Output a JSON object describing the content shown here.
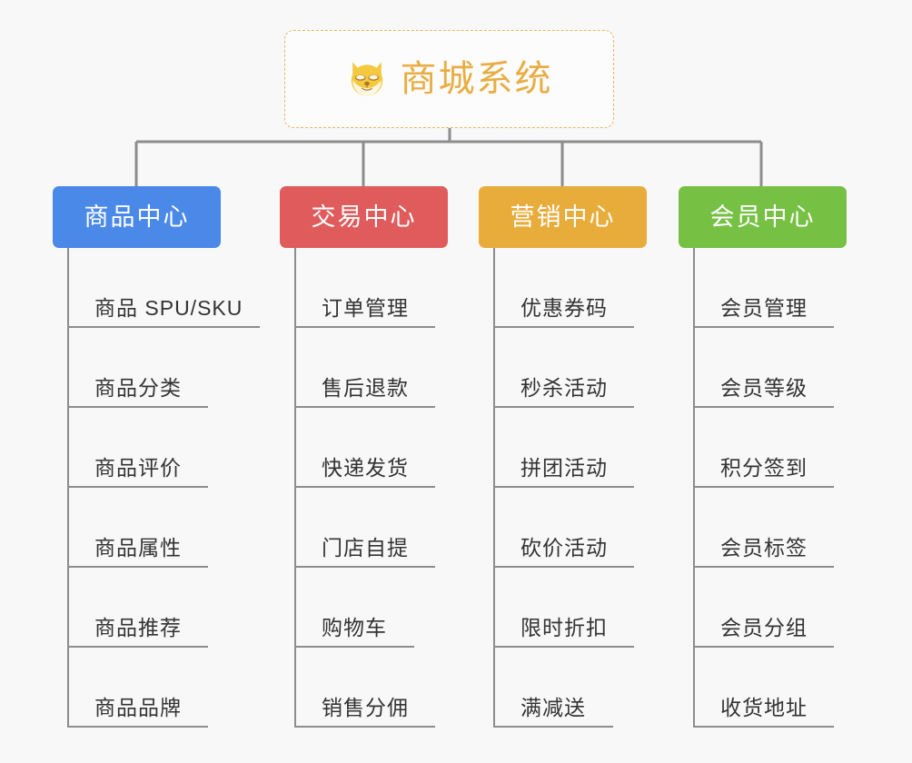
{
  "background_color": "#f8f8f8",
  "root": {
    "icon": "shiba-dog-face-icon",
    "title": "商城系统",
    "text_color": "#e8ad43",
    "border_color": "#e8b765"
  },
  "connector_color": "#8d8d8d",
  "branches": [
    {
      "title": "商品中心",
      "color": "#4a89e8",
      "leaves": [
        {
          "label": "商品 SPU/SKU",
          "underline_width": 212
        },
        {
          "label": "商品分类",
          "underline_width": 155
        },
        {
          "label": "商品评价",
          "underline_width": 155
        },
        {
          "label": "商品属性",
          "underline_width": 155
        },
        {
          "label": "商品推荐",
          "underline_width": 155
        },
        {
          "label": "商品品牌",
          "underline_width": 155
        }
      ]
    },
    {
      "title": "交易中心",
      "color": "#e05c5c",
      "leaves": [
        {
          "label": "订单管理",
          "underline_width": 155
        },
        {
          "label": "售后退款",
          "underline_width": 155
        },
        {
          "label": "快递发货",
          "underline_width": 155
        },
        {
          "label": "门店自提",
          "underline_width": 155
        },
        {
          "label": "购物车",
          "underline_width": 132
        },
        {
          "label": "销售分佣",
          "underline_width": 155
        }
      ]
    },
    {
      "title": "营销中心",
      "color": "#e8ac3b",
      "leaves": [
        {
          "label": "优惠券码",
          "underline_width": 155
        },
        {
          "label": "秒杀活动",
          "underline_width": 155
        },
        {
          "label": "拼团活动",
          "underline_width": 155
        },
        {
          "label": "砍价活动",
          "underline_width": 155
        },
        {
          "label": "限时折扣",
          "underline_width": 155
        },
        {
          "label": "满减送",
          "underline_width": 132
        }
      ]
    },
    {
      "title": "会员中心",
      "color": "#76c044",
      "leaves": [
        {
          "label": "会员管理",
          "underline_width": 155
        },
        {
          "label": "会员等级",
          "underline_width": 155
        },
        {
          "label": "积分签到",
          "underline_width": 155
        },
        {
          "label": "会员标签",
          "underline_width": 155
        },
        {
          "label": "会员分组",
          "underline_width": 155
        },
        {
          "label": "收货地址",
          "underline_width": 155
        }
      ]
    }
  ]
}
